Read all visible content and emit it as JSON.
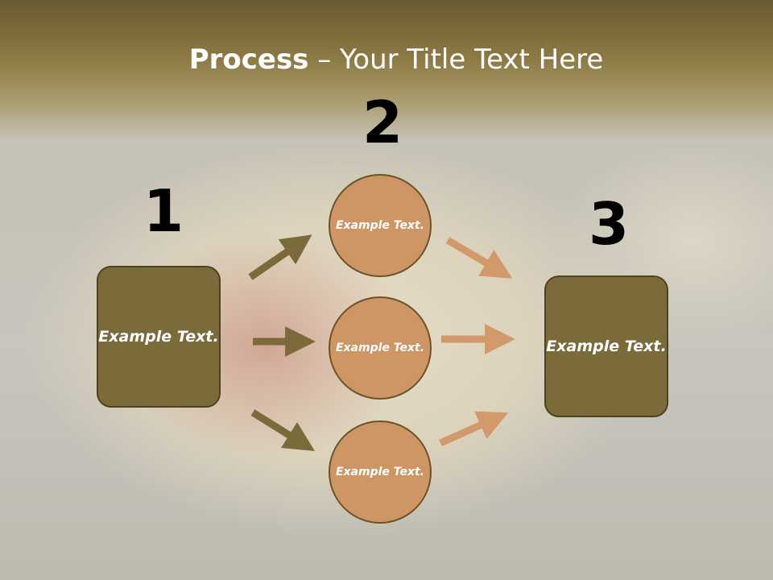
{
  "title": {
    "bold": "Process",
    "rest": " – Your Title Text Here"
  },
  "steps": [
    {
      "number": "1",
      "label": "Example Text."
    },
    {
      "number": "2",
      "items": [
        "Example Text.",
        "Example Text.",
        "Example Text."
      ]
    },
    {
      "number": "3",
      "label": "Example Text."
    }
  ],
  "colors": {
    "box": "#7b6a3a",
    "circle": "#cf9665",
    "arrow_in": "#7b6a3a",
    "arrow_out": "#d29a6b"
  }
}
